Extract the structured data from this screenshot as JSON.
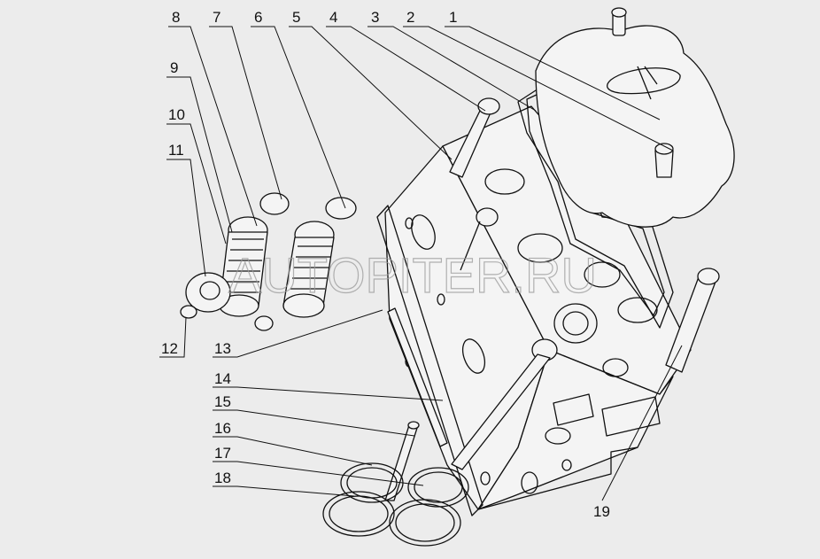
{
  "watermark": "AUTOPITER.RU",
  "callouts": [
    "1",
    "2",
    "3",
    "4",
    "5",
    "6",
    "7",
    "8",
    "9",
    "10",
    "11",
    "12",
    "13",
    "14",
    "15",
    "16",
    "17",
    "18",
    "19"
  ]
}
